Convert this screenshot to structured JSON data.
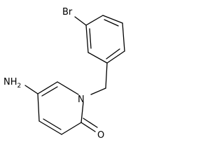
{
  "structure": {
    "atoms": {
      "bromine": "Br",
      "ring_nitrogen": "N",
      "amino_group": "NH",
      "amino_subscript": "2",
      "carbonyl_oxygen": "O"
    }
  },
  "colors": {
    "bond": "#000000",
    "label": "#000000",
    "background": "#ffffff"
  }
}
